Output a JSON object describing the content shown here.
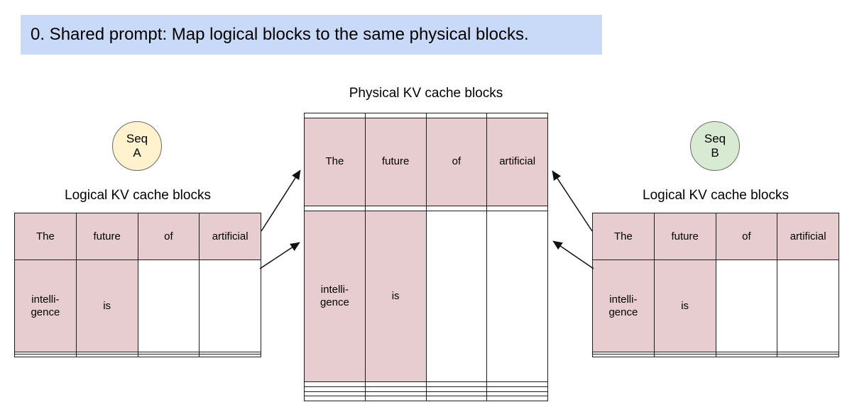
{
  "banner": {
    "text": "0. Shared prompt: Map logical blocks to the same physical blocks."
  },
  "physical": {
    "title": "Physical KV cache blocks",
    "cells": [
      [
        "",
        "",
        "",
        ""
      ],
      [
        "The",
        "future",
        "of",
        "artificial"
      ],
      [
        "",
        "",
        "",
        ""
      ],
      [
        "intelli-\ngence",
        "is",
        "",
        ""
      ],
      [
        "",
        "",
        "",
        ""
      ],
      [
        "",
        "",
        "",
        ""
      ],
      [
        "",
        "",
        "",
        ""
      ],
      [
        "",
        "",
        "",
        ""
      ]
    ]
  },
  "logical_a": {
    "title": "Logical KV cache blocks",
    "cells": [
      [
        "The",
        "future",
        "of",
        "artificial"
      ],
      [
        "intelli-\ngence",
        "is",
        "",
        ""
      ],
      [
        "",
        "",
        "",
        ""
      ],
      [
        "",
        "",
        "",
        ""
      ]
    ]
  },
  "logical_b": {
    "title": "Logical KV cache blocks",
    "cells": [
      [
        "The",
        "future",
        "of",
        "artificial"
      ],
      [
        "intelli-\ngence",
        "is",
        "",
        ""
      ],
      [
        "",
        "",
        "",
        ""
      ],
      [
        "",
        "",
        "",
        ""
      ]
    ]
  },
  "seq_a": {
    "line1": "Seq",
    "line2": "A"
  },
  "seq_b": {
    "line1": "Seq",
    "line2": "B"
  },
  "colors": {
    "banner_bg": "#c9daf8",
    "cell_highlight": "#e8cdd0",
    "seq_a_bg": "#fff2cc",
    "seq_b_bg": "#d9ead3",
    "table_border": "#1e1e1e",
    "arrow": "#111111"
  }
}
